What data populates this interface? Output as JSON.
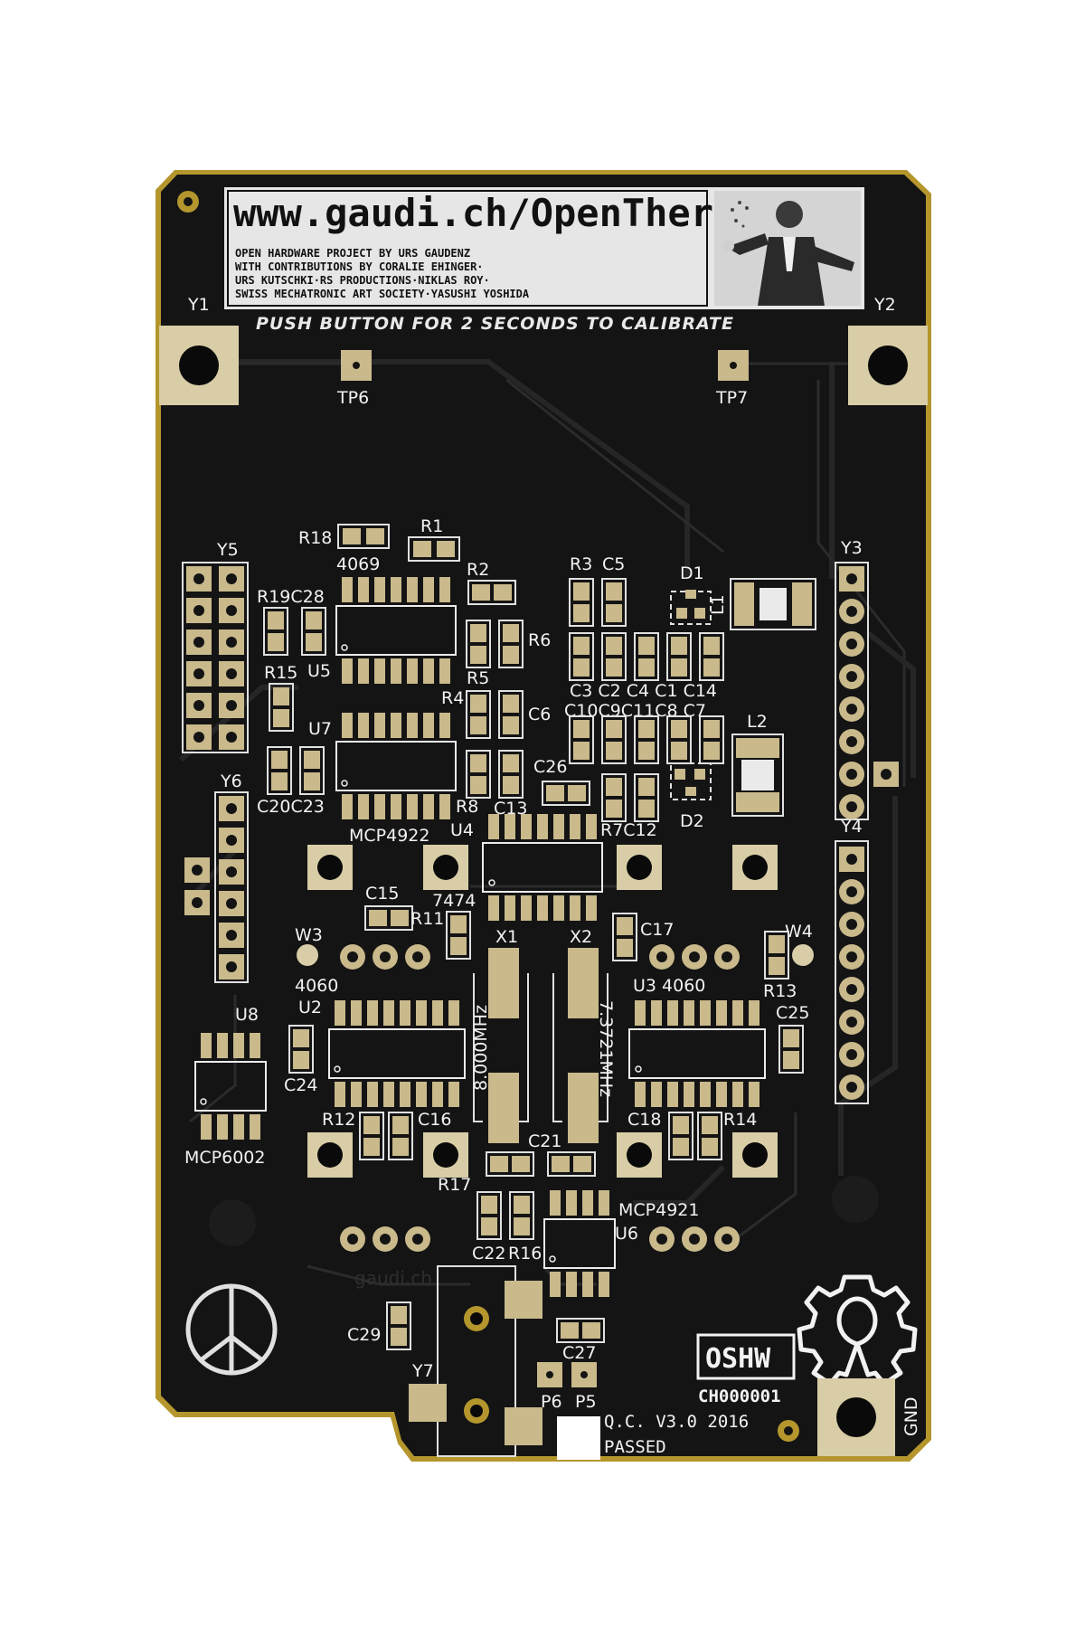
{
  "banner": {
    "title": "www.gaudi.ch/OpenTheremin",
    "lines": [
      "OPEN HARDWARE PROJECT BY URS GAUDENZ",
      "WITH CONTRIBUTIONS BY CORALIE EHINGER·",
      "URS KUTSCHKI·RS PRODUCTIONS·NIKLAS ROY·",
      "SWISS MECHATRONIC ART SOCIETY·YASUSHI YOSHIDA"
    ]
  },
  "calibrate_text": "PUSH BUTTON FOR 2 SECONDS TO CALIBRATE",
  "labels": {
    "Y1": "Y1",
    "Y2": "Y2",
    "Y3": "Y3",
    "Y4": "Y4",
    "Y5": "Y5",
    "Y6": "Y6",
    "Y7": "Y7",
    "TP6": "TP6",
    "TP7": "TP7",
    "R1": "R1",
    "R2": "R2",
    "R3": "R3",
    "R4": "R4",
    "R5": "R5",
    "R6": "R6",
    "R7C12": "R7C12",
    "R8": "R8",
    "R11": "R11",
    "R12": "R12",
    "R13": "R13",
    "R14": "R14",
    "R15": "R15",
    "R16": "R16",
    "R17": "R17",
    "R18": "R18",
    "R19C28": "R19C28",
    "C5": "C5",
    "C6": "C6",
    "C13": "C13",
    "C15": "C15",
    "C16": "C16",
    "C17": "C17",
    "C18": "C18",
    "C20C23": "C20C23",
    "C21": "C21",
    "C22": "C22",
    "C24": "C24",
    "C25": "C25",
    "C26": "C26",
    "C27": "C27",
    "C29": "C29",
    "C3C2C4C1C14": "C3 C2 C4 C1 C14",
    "C10C9C11C8C7": "C10C9C11C8 C7",
    "D1": "D1",
    "D2": "D2",
    "L1": "L1",
    "L2": "L2",
    "U2": "U2",
    "U3_4060": "U3 4060",
    "U4": "U4",
    "U5": "U5",
    "U6": "U6",
    "U7": "U7",
    "U8": "U8",
    "4069": "4069",
    "7474": "7474",
    "4060": "4060",
    "MCP4922": "MCP4922",
    "MCP6002": "MCP6002",
    "MCP4921": "MCP4921",
    "X1": "X1",
    "X2": "X2",
    "X1_freq": "8.000MHz",
    "X2_freq": "7.3721MHz",
    "W3": "W3",
    "W4": "W4",
    "P6": "P6",
    "P5": "P5",
    "GND": "GND"
  },
  "qc": {
    "line1": "Q.C.  V3.0 2016",
    "line2": "PASSED"
  },
  "oshw": {
    "logo": "OSHW",
    "cert": "CH000001"
  },
  "gaudi_small": "gaudi.ch",
  "colors": {
    "board": "#141414",
    "copper_pour": "#1f1f1f",
    "pad": "#c9b98b",
    "silkscreen": "#f2f2f2",
    "edge": "#b4962d",
    "banner_bg": "#e6e6e6"
  },
  "icons": [
    "peace-sign-icon",
    "open-hardware-gear-icon"
  ]
}
